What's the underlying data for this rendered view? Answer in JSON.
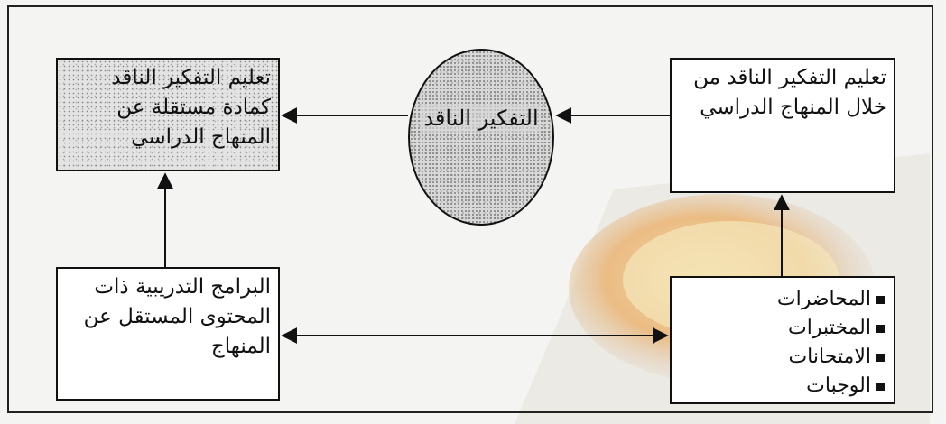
{
  "boxes": {
    "left_top": "تعليم التفكير الناقد كمادة مستقلة عن المنهاج الدراسي",
    "right_top": "تعليم التفكير الناقد من خلال المنهاج الدراسي",
    "left_bottom": "البرامج التدريبية ذات المحتوى المستقل عن المنهاج",
    "center": "التفكير الناقد"
  },
  "activities": [
    "المحاضرات",
    "المختبرات",
    "الامتحانات",
    "الوجبات"
  ],
  "colors": {
    "line": "#111111",
    "speckle_fill": "#e3e3e3",
    "watermark_gold": "#f3cb6a",
    "watermark_orange": "#e48f2b"
  }
}
